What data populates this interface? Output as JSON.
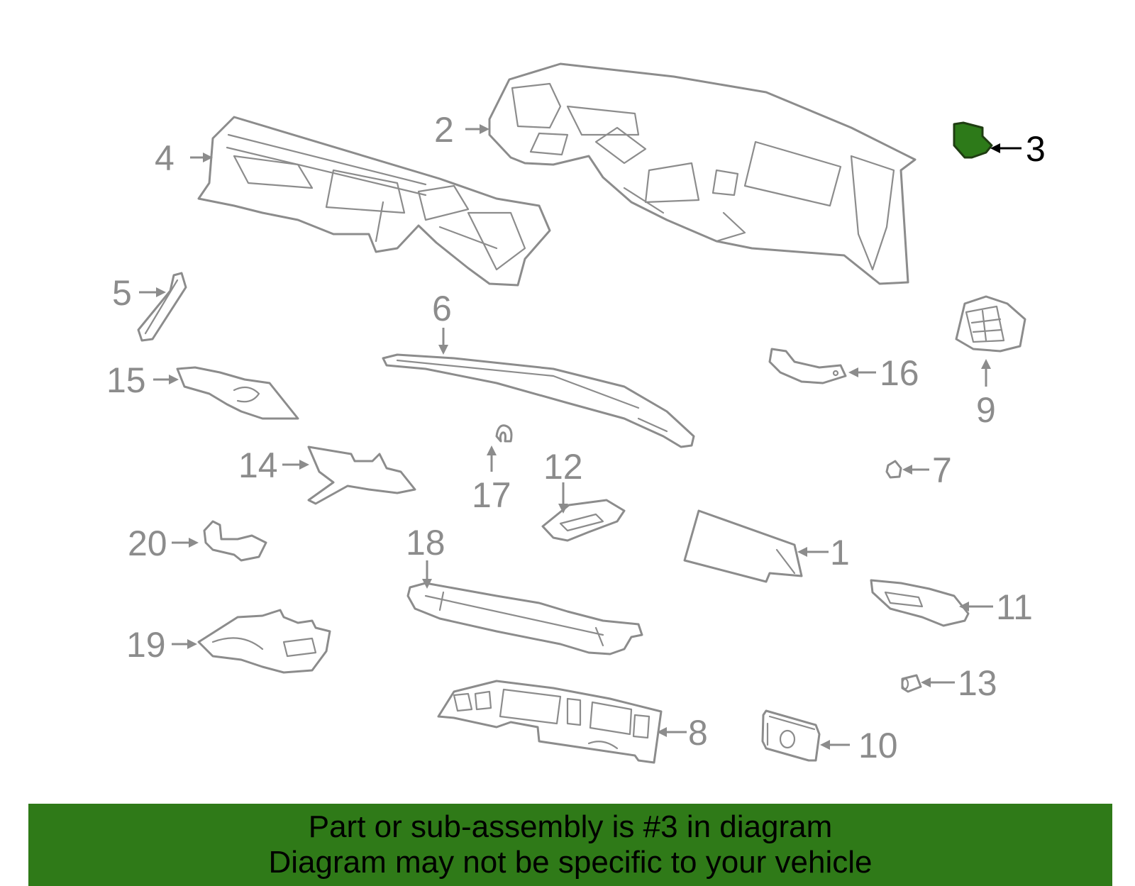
{
  "callouts": [
    {
      "id": "1",
      "label": "1"
    },
    {
      "id": "2",
      "label": "2"
    },
    {
      "id": "3",
      "label": "3",
      "highlighted": true
    },
    {
      "id": "4",
      "label": "4"
    },
    {
      "id": "5",
      "label": "5"
    },
    {
      "id": "6",
      "label": "6"
    },
    {
      "id": "7",
      "label": "7"
    },
    {
      "id": "8",
      "label": "8"
    },
    {
      "id": "9",
      "label": "9"
    },
    {
      "id": "10",
      "label": "10"
    },
    {
      "id": "11",
      "label": "11"
    },
    {
      "id": "12",
      "label": "12"
    },
    {
      "id": "13",
      "label": "13"
    },
    {
      "id": "14",
      "label": "14"
    },
    {
      "id": "15",
      "label": "15"
    },
    {
      "id": "16",
      "label": "16"
    },
    {
      "id": "17",
      "label": "17"
    },
    {
      "id": "18",
      "label": "18"
    },
    {
      "id": "19",
      "label": "19"
    },
    {
      "id": "20",
      "label": "20"
    }
  ],
  "highlight_color": "#2f7a18",
  "part_color": "#8c8c8c",
  "banner": {
    "line1": "Part or sub-assembly is #3 in diagram",
    "line2": "Diagram may not be specific to your vehicle"
  }
}
